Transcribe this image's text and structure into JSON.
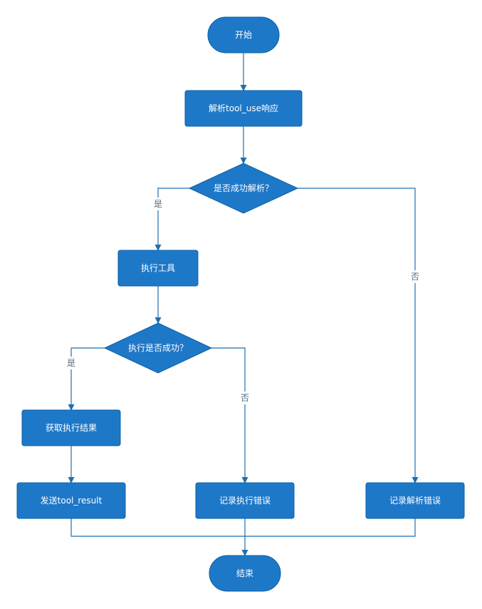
{
  "colors": {
    "node_fill": "#1e78c8",
    "node_stroke": "#0b5fa5",
    "edge": "#1f6fb0",
    "label": "#5b6b7a"
  },
  "nodes": {
    "start": {
      "shape": "terminal",
      "text": "开始"
    },
    "parse-response": {
      "shape": "process",
      "text": "解析tool_use响应"
    },
    "parse-success": {
      "shape": "decision",
      "text": "是否成功解析？"
    },
    "execute-tool": {
      "shape": "process",
      "text": "执行工具"
    },
    "execute-success": {
      "shape": "decision",
      "text": "执行是否成功？"
    },
    "get-result": {
      "shape": "process",
      "text": "获取执行结果"
    },
    "send-result": {
      "shape": "process",
      "text": "发送tool_result"
    },
    "log-exec-error": {
      "shape": "process",
      "text": "记录执行错误"
    },
    "log-parse-error": {
      "shape": "process",
      "text": "记录解析错误"
    },
    "end": {
      "shape": "terminal",
      "text": "结束"
    }
  },
  "edges": [
    {
      "id": "start-to-parse",
      "from": "start",
      "to": "parse-response",
      "label": ""
    },
    {
      "id": "parse-to-decision",
      "from": "parse-response",
      "to": "parse-success",
      "label": ""
    },
    {
      "id": "parse-yes",
      "from": "parse-success",
      "to": "execute-tool",
      "label": "是"
    },
    {
      "id": "parse-no",
      "from": "parse-success",
      "to": "log-parse-error",
      "label": "否"
    },
    {
      "id": "exec-to-decision",
      "from": "execute-tool",
      "to": "execute-success",
      "label": ""
    },
    {
      "id": "exec-yes",
      "from": "execute-success",
      "to": "get-result",
      "label": "是"
    },
    {
      "id": "exec-no",
      "from": "execute-success",
      "to": "log-exec-error",
      "label": "否"
    },
    {
      "id": "result-to-send",
      "from": "get-result",
      "to": "send-result",
      "label": ""
    },
    {
      "id": "send-to-end",
      "from": "send-result",
      "to": "end",
      "label": ""
    },
    {
      "id": "exec-error-to-end",
      "from": "log-exec-error",
      "to": "end",
      "label": ""
    },
    {
      "id": "parse-error-to-end",
      "from": "log-parse-error",
      "to": "end",
      "label": ""
    }
  ]
}
